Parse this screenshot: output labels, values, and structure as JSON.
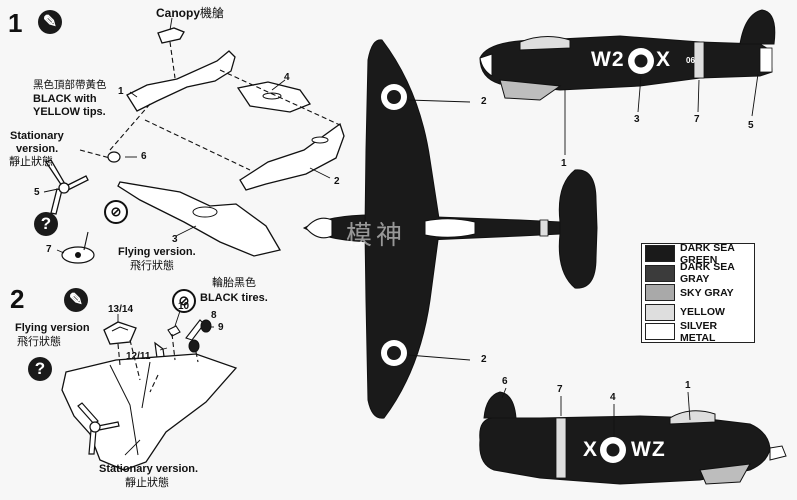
{
  "step1": {
    "number": "1",
    "canopy_label": "Canopy",
    "canopy_label_cn": "機艙",
    "black_tips_cn": "黑色頂部帶黃色",
    "black_tips_en_1": "BLACK with",
    "black_tips_en_2": "YELLOW tips.",
    "stationary_en_1": "Stationary",
    "stationary_en_2": "version.",
    "stationary_cn": "靜止狀態",
    "flying_en": "Flying version.",
    "flying_cn": "飛行狀態",
    "part_numbers": [
      "1",
      "2",
      "3",
      "4",
      "5",
      "6",
      "7"
    ]
  },
  "step2": {
    "number": "2",
    "flying_en": "Flying version",
    "flying_cn": "飛行狀態",
    "tires_cn": "輪胎黑色",
    "tires_en": "BLACK tires.",
    "stationary_en": "Stationary version.",
    "stationary_cn": "靜止狀態",
    "part_13_14": "13/14",
    "part_12_11": "12/11",
    "part_10": "10",
    "part_8": "8",
    "part_9": "9"
  },
  "icons": {
    "pencil_icon": "pencil-icon",
    "question_icon": "question-icon",
    "no_glue_icon": "no-glue-icon",
    "question_symbol": "?"
  },
  "top_view_callouts": {
    "upper": "2",
    "lower": "2",
    "fuselage": "1"
  },
  "side_top": {
    "code_left": "W2",
    "code_right": "X",
    "callouts": [
      "3",
      "7",
      "5"
    ],
    "tail_mark": "06"
  },
  "side_bottom": {
    "code_left": "X",
    "code_right": "WZ",
    "callouts": [
      "6",
      "7",
      "4",
      "1"
    ]
  },
  "watermark": "模神",
  "legend": {
    "items": [
      {
        "label": "DARK SEA GREEN",
        "color": "#1a1a1a"
      },
      {
        "label": "DARK SEA GRAY",
        "color": "#3b3b3b"
      },
      {
        "label": "SKY GRAY",
        "color": "#a9a9a9"
      },
      {
        "label": "YELLOW",
        "color": "#dedede"
      },
      {
        "label": "SILVER METAL",
        "color": "#ffffff"
      }
    ]
  }
}
